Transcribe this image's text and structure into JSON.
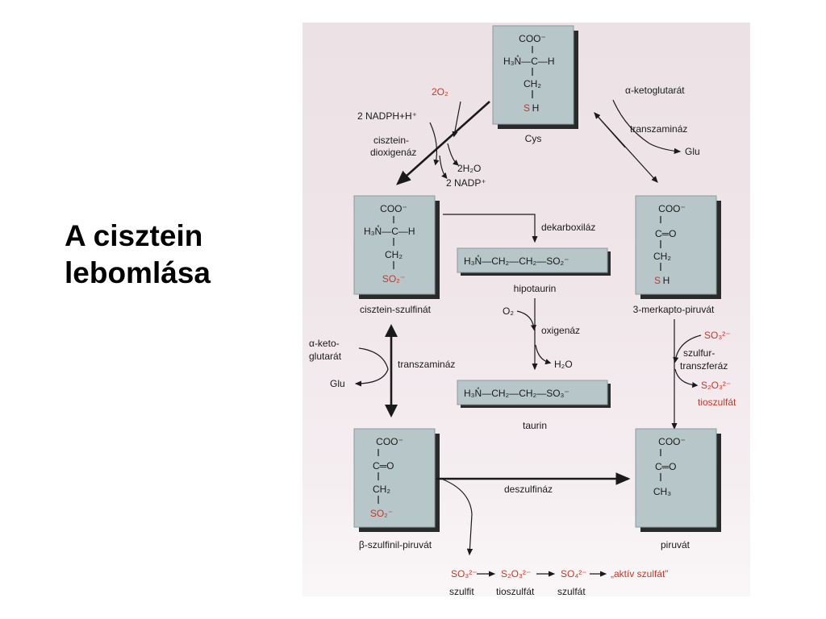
{
  "slide": {
    "title_line1": "A cisztein",
    "title_line2": "lebomlása"
  },
  "diagram": {
    "cys": {
      "coo": "COO⁻",
      "h3n": "H₃N̊—C—H",
      "ch2": "CH₂",
      "s": "S",
      "h": "H",
      "caption": "Cys"
    },
    "cys_reaction": {
      "o2": "2O₂",
      "nadph": "2 NADPH+H⁺",
      "enzyme_1": "cisztein-",
      "enzyme_2": "dioxigenáz",
      "h2o": "2H₂O",
      "nadp": "2 NADP⁺"
    },
    "cys_transam": {
      "akg": "α-ketoglutarát",
      "enzyme": "transzamináz",
      "glu": "Glu"
    },
    "csa": {
      "coo": "COO⁻",
      "h3n": "H₃N̊—C—H",
      "ch2": "CH₂",
      "so2": "SO₂⁻",
      "caption": "cisztein-szulfinát"
    },
    "decarb": {
      "enzyme": "dekarboxiláz"
    },
    "hypotaurine": {
      "formula": "H₃N̊—CH₂—CH₂—SO₂⁻",
      "caption": "hipotaurin"
    },
    "oxygenase": {
      "o2": "O₂",
      "enzyme": "oxigenáz",
      "h2o": "H₂O"
    },
    "taurine": {
      "formula": "H₃N̊—CH₂—CH₂—SO₃⁻",
      "caption": "taurin"
    },
    "mercaptopyruvate": {
      "coo": "COO⁻",
      "co": "C═O",
      "ch2": "CH₂",
      "s": "S",
      "h": "H",
      "caption": "3-merkapto-piruvát"
    },
    "sulfurtransferase": {
      "so3": "SO₃²⁻",
      "enzyme_1": "szulfur-",
      "enzyme_2": "transzferáz",
      "s2o3": "S₂O₃²⁻",
      "tio": "tioszulfát"
    },
    "csa_transam": {
      "akg_1": "α-keto-",
      "akg_2": "glutarát",
      "enzyme": "transzamináz",
      "glu": "Glu"
    },
    "sulfinylpyruvate": {
      "coo": "COO⁻",
      "co": "C═O",
      "ch2": "CH₂",
      "so2": "SO₂⁻",
      "caption": "β-szulfinil-piruvát"
    },
    "desulfinase": {
      "enzyme": "deszulfináz"
    },
    "pyruvate": {
      "coo": "COO⁻",
      "co": "C═O",
      "ch3": "CH₃",
      "caption": "piruvát"
    },
    "sulfur_chain": {
      "s1": "SO₃²⁻",
      "s2": "S₂O₃²⁻",
      "s3": "SO₄²⁻",
      "s4": "„aktív szulfát”",
      "c1": "szulfit",
      "c2": "tioszulfát",
      "c3": "szulfát"
    }
  }
}
